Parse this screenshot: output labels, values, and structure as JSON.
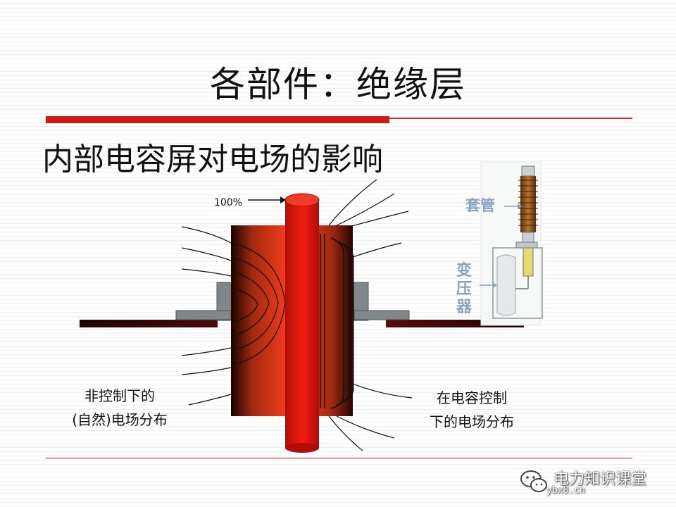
{
  "slide": {
    "title": "各部件：绝缘层",
    "subtitle": "内部电容屏对电场的影响"
  },
  "diagram": {
    "percent_label": "100%",
    "left_caption": {
      "line1": "非控制下的",
      "line2": "(自然)电场分布"
    },
    "right_caption": {
      "line1": "在电容控制",
      "line2": "下的电场分布"
    },
    "inset": {
      "bushing_label": "套管",
      "transformer_label": "变压器"
    }
  },
  "watermark": {
    "text": "电力知识课堂",
    "sub": "ybx8.cn"
  },
  "colors": {
    "accent_red": "#d01818",
    "cylinder_red": "#e81b12",
    "plate_gray": "#7f878a",
    "label_blue": "#8aa3bf"
  }
}
